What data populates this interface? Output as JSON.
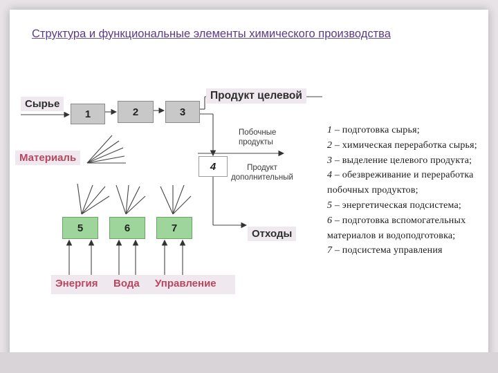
{
  "title": "Структура и функциональные элементы химического производства",
  "inputs": {
    "raw": "Сырье",
    "material": "Материаль"
  },
  "stages": {
    "s1": "1",
    "s2": "2",
    "s3": "3",
    "s4": "4",
    "s5": "5",
    "s6": "6",
    "s7": "7"
  },
  "outputs": {
    "target": "Продукт целевой",
    "byproducts": "Побочные\nпродукты",
    "additional": "Продукт\nдополнительный",
    "waste": "Отходы"
  },
  "utilities": {
    "energy": "Энергия",
    "water": "Вода",
    "control": "Управление"
  },
  "legend": [
    {
      "num": "1",
      "text": " – подготовка сырья;"
    },
    {
      "num": "2",
      "text": " – химическая переработка сырья;"
    },
    {
      "num": "3",
      "text": " – выделение целевого продукта;"
    },
    {
      "num": "4",
      "text": " – обезвреживание и переработка побочных продуктов;"
    },
    {
      "num": "5",
      "text": " – энергетическая подсистема;"
    },
    {
      "num": "6",
      "text": " – подготовка вспомогательных материалов и водоподготовка;"
    },
    {
      "num": "7",
      "text": " – подсистема управления"
    }
  ],
  "colors": {
    "title": "#5b3b84",
    "label_red": "#b8465f",
    "box_grey": "#c8c8c8",
    "box_green": "#9ed59a"
  }
}
